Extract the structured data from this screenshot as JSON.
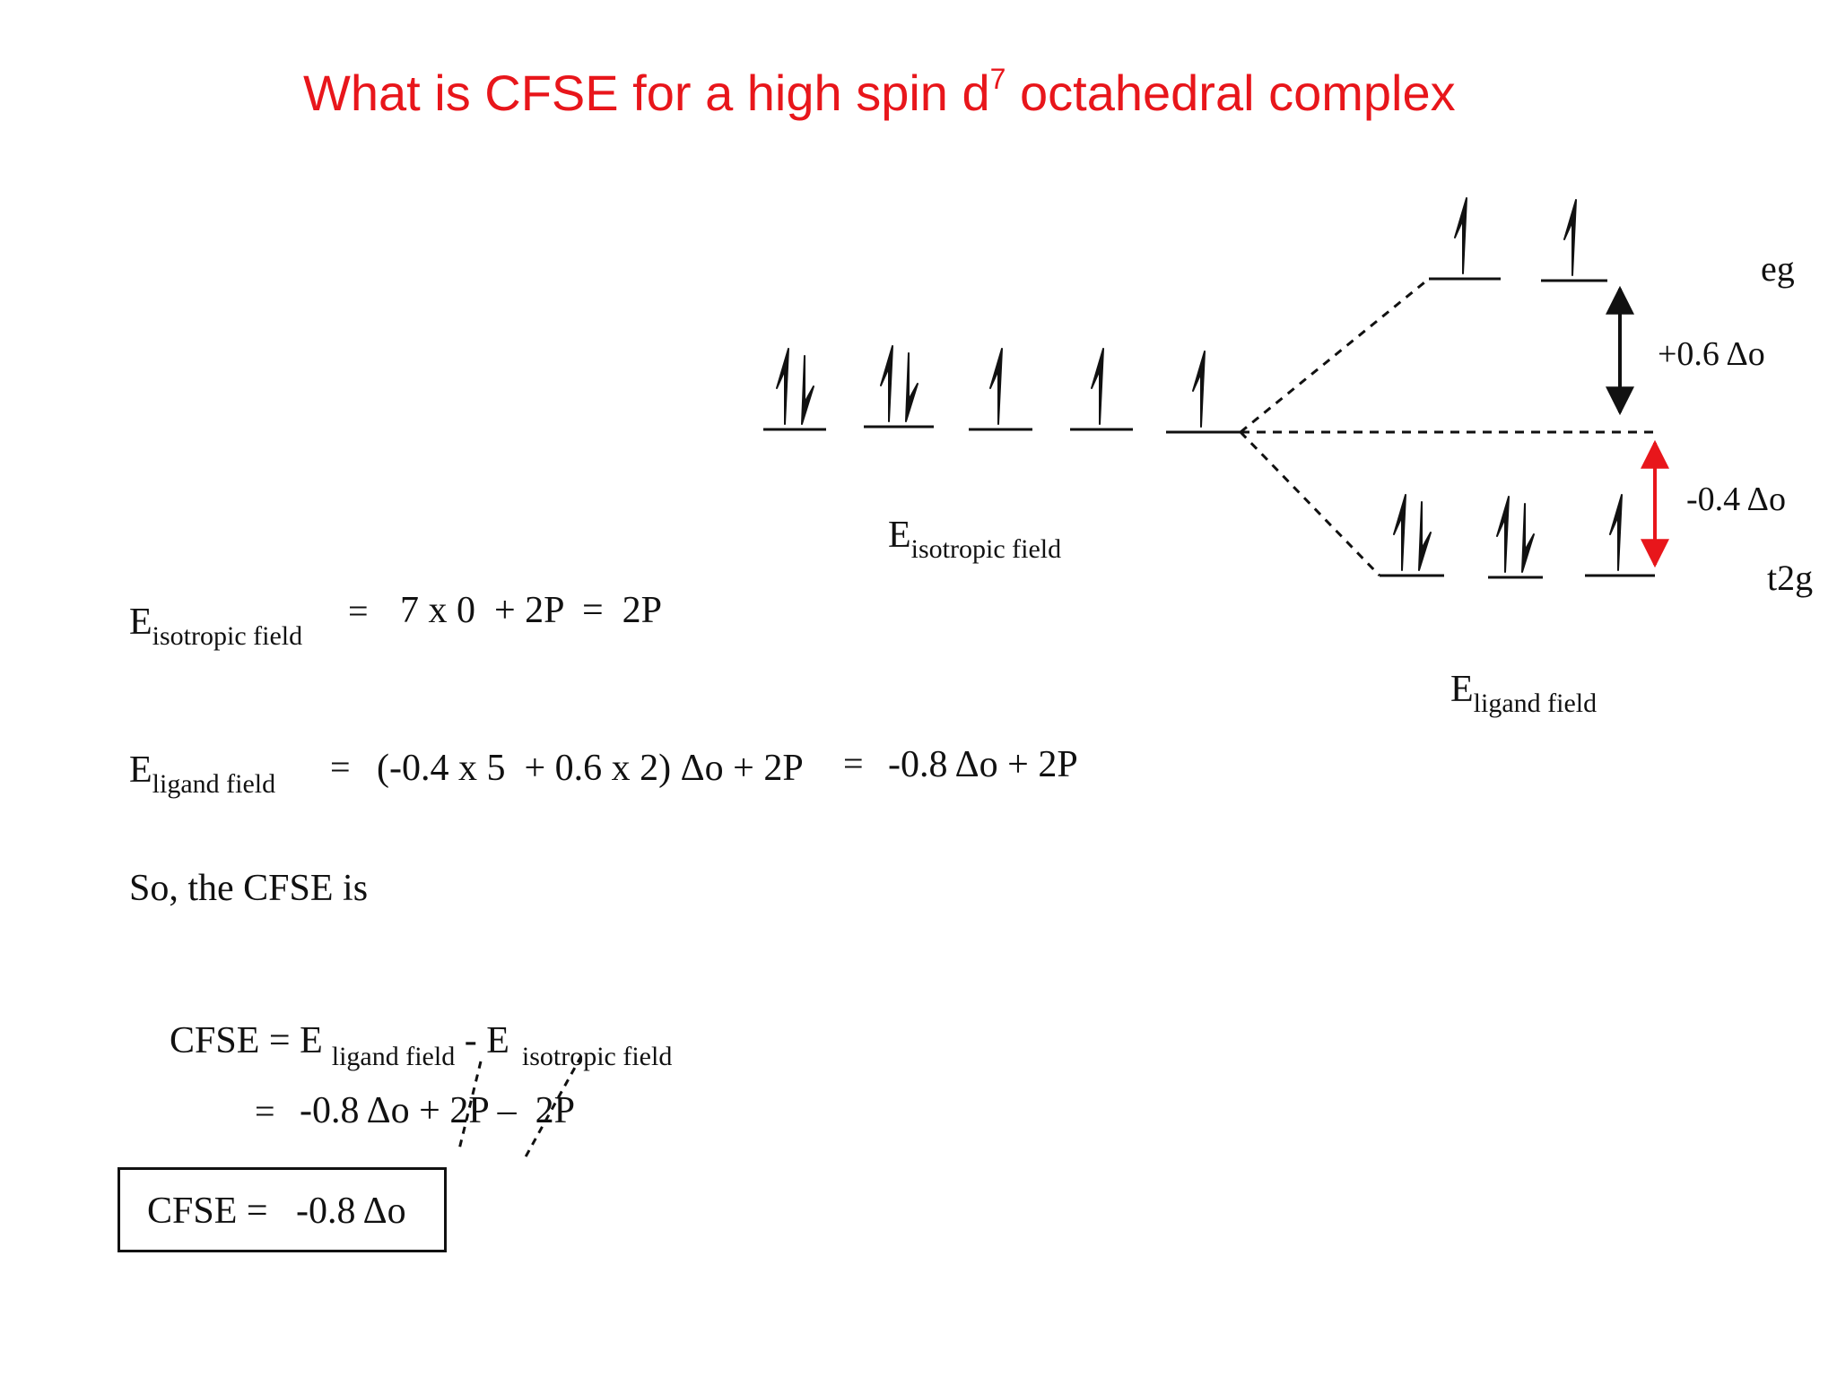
{
  "title": {
    "main": "What is CFSE for a high spin d",
    "sup": "7",
    "rest": " octahedral complex"
  },
  "diagram": {
    "eg_label": "eg",
    "t2g_label": "t2g",
    "eg_gap_label": "+0.6 Δo",
    "t2g_gap_label": "-0.4 Δo",
    "iso_label": {
      "main": "E",
      "sub": "isotropic field"
    },
    "lig_label": {
      "main": "E",
      "sub": "ligand field"
    },
    "iso_occupancy": [
      2,
      2,
      1,
      1,
      1
    ],
    "eg_occupancy": [
      1,
      1
    ],
    "t2g_occupancy": [
      2,
      2,
      1
    ],
    "colors": {
      "title": "#e8161b",
      "t2g_arrow": "#e8161b",
      "eg_arrow": "#111111"
    }
  },
  "equations": {
    "iso": {
      "lhs": "E",
      "lhs_sub": "isotropic field",
      "eq": "=",
      "rhs": "7 x 0  + 2P  =  2P"
    },
    "lig": {
      "lhs": "E",
      "lhs_sub": "ligand field",
      "eq": "=",
      "rhs": "(-0.4 x 5  + 0.6 x 2) Δo + 2P",
      "eq2": "=",
      "rhs2": "-0.8 Δo + 2P"
    },
    "so": "So, the CFSE is",
    "cfse_def": {
      "a": "CFSE = E",
      "a_sub": "ligand field",
      "b": " - E",
      "b_sub": "isotropic field"
    },
    "cfse_calc": {
      "eq": "=",
      "expr": "-0.8 Δo + 2P –  2P"
    },
    "result": {
      "label": "CFSE =",
      "value": "-0.8 Δo"
    }
  }
}
